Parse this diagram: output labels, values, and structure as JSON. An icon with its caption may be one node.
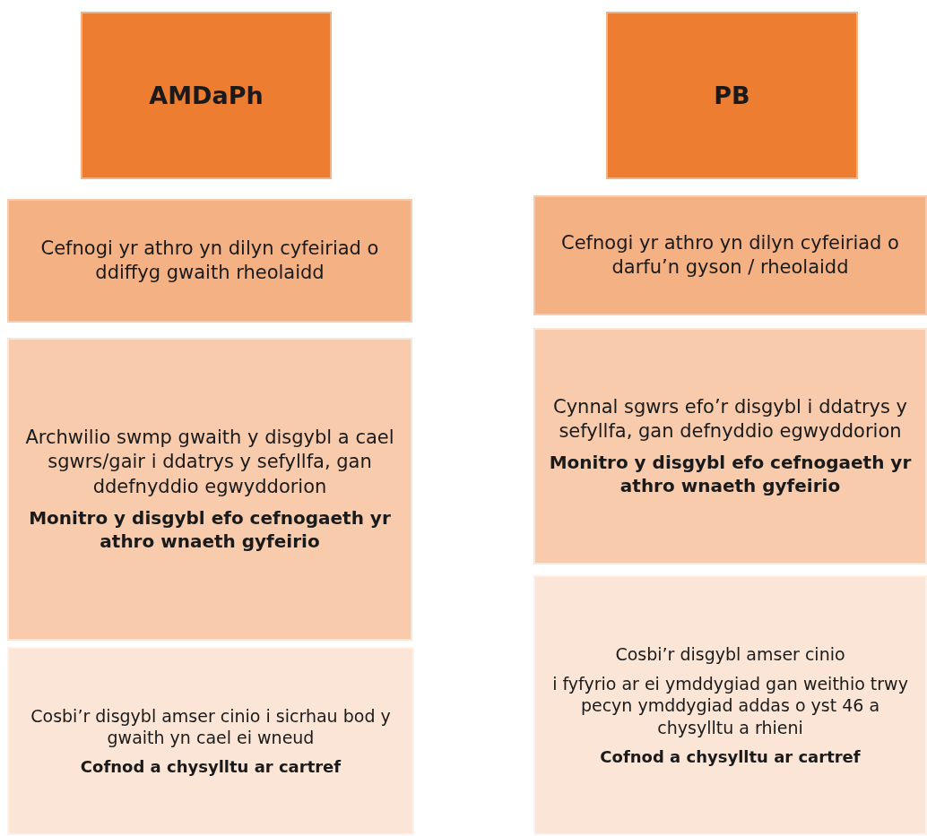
{
  "diagram": {
    "nodes": [
      {
        "text": [
          "AMDaPh"
        ]
      },
      {
        "text": [
          "PB"
        ]
      },
      {
        "text": [
          "Cefnogi yr athro yn dilyn cyfeiriad o ddiffyg gwaith rheolaidd"
        ]
      },
      {
        "text": [
          "Cefnogi yr athro yn dilyn cyfeiriad o darfu’n gyson / rheolaidd"
        ]
      },
      {
        "text": [
          "Archwilio swmp gwaith y disgybl a cael sgwrs/gair i ddatrys y sefyllfa, gan ddefnyddio egwyddorion",
          "Monitro y disgybl efo cefnogaeth yr athro wnaeth gyfeirio"
        ]
      },
      {
        "text": [
          "Cynnal sgwrs efo’r disgybl i ddatrys y sefyllfa, gan defnyddio egwyddorion",
          "Monitro y disgybl efo cefnogaeth yr athro wnaeth gyfeirio"
        ]
      },
      {
        "text": [
          "Cosbi’r disgybl amser cinio i sicrhau bod y gwaith yn cael ei wneud",
          "Cofnod a chysylltu ar cartref"
        ]
      },
      {
        "text": [
          "Cosbi’r disgybl amser cinio",
          "i fyfyrio ar ei ymddygiad gan weithio trwy pecyn ymddygiad addas o yst 46 a chysylltu a rhieni",
          "Cofnod a chysylltu ar cartref"
        ]
      }
    ]
  }
}
